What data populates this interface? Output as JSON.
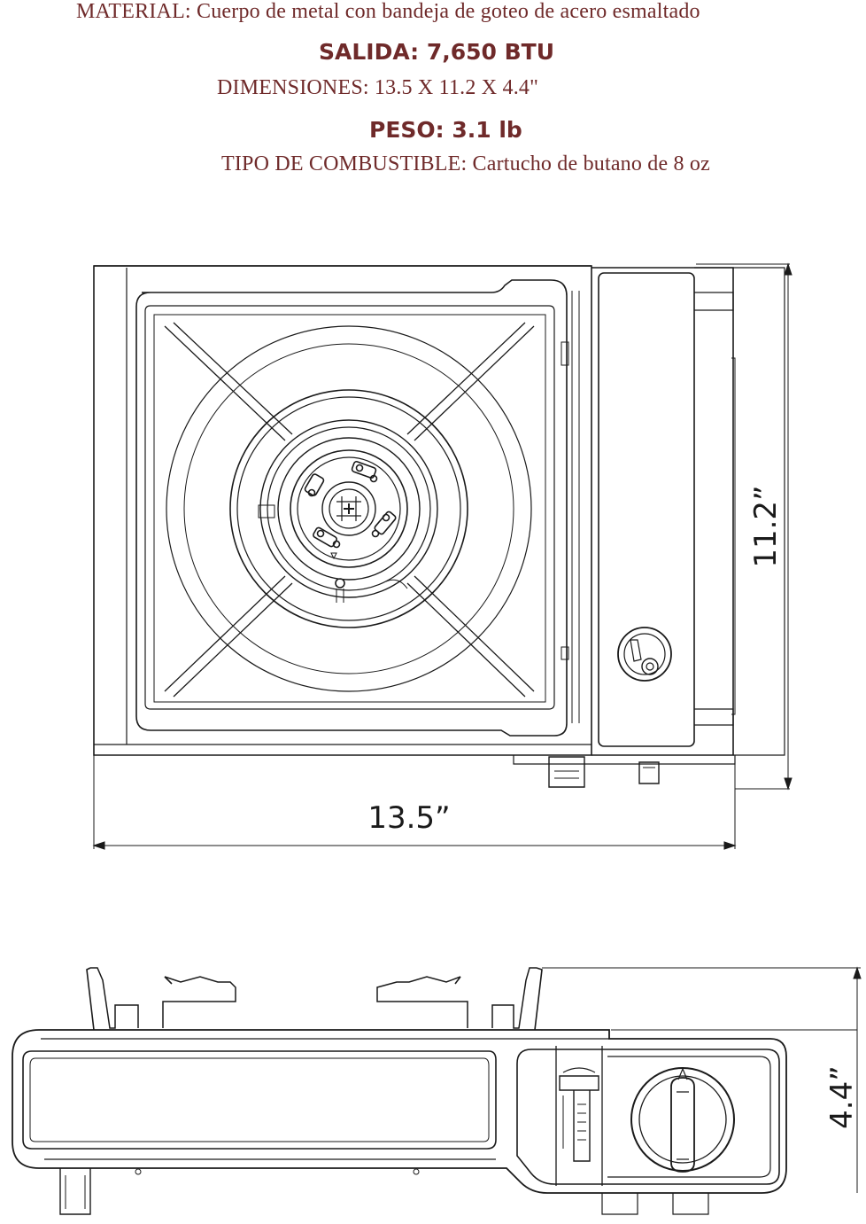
{
  "specs": {
    "material": "MATERIAL: Cuerpo de metal con bandeja de goteo de acero esmaltado",
    "output": "SALIDA: 7,650 BTU",
    "dimensions": "DIMENSIONES: 13.5 X 11.2 X 4.4\"",
    "weight": "PESO: 3.1 lb",
    "fuel": "TIPO DE COMBUSTIBLE: Cartucho de butano de 8 oz"
  },
  "drawing": {
    "width_label": "13.5”",
    "depth_label": "11.2”",
    "height_label": "4.4”"
  },
  "colors": {
    "spec_text": "#6f2a2a",
    "line": "#1a1a1a"
  },
  "icons": [
    "stove-top-view",
    "burner-icon",
    "ignition-knob-icon",
    "stove-side-view",
    "control-knob-icon",
    "gas-connector-icon"
  ]
}
